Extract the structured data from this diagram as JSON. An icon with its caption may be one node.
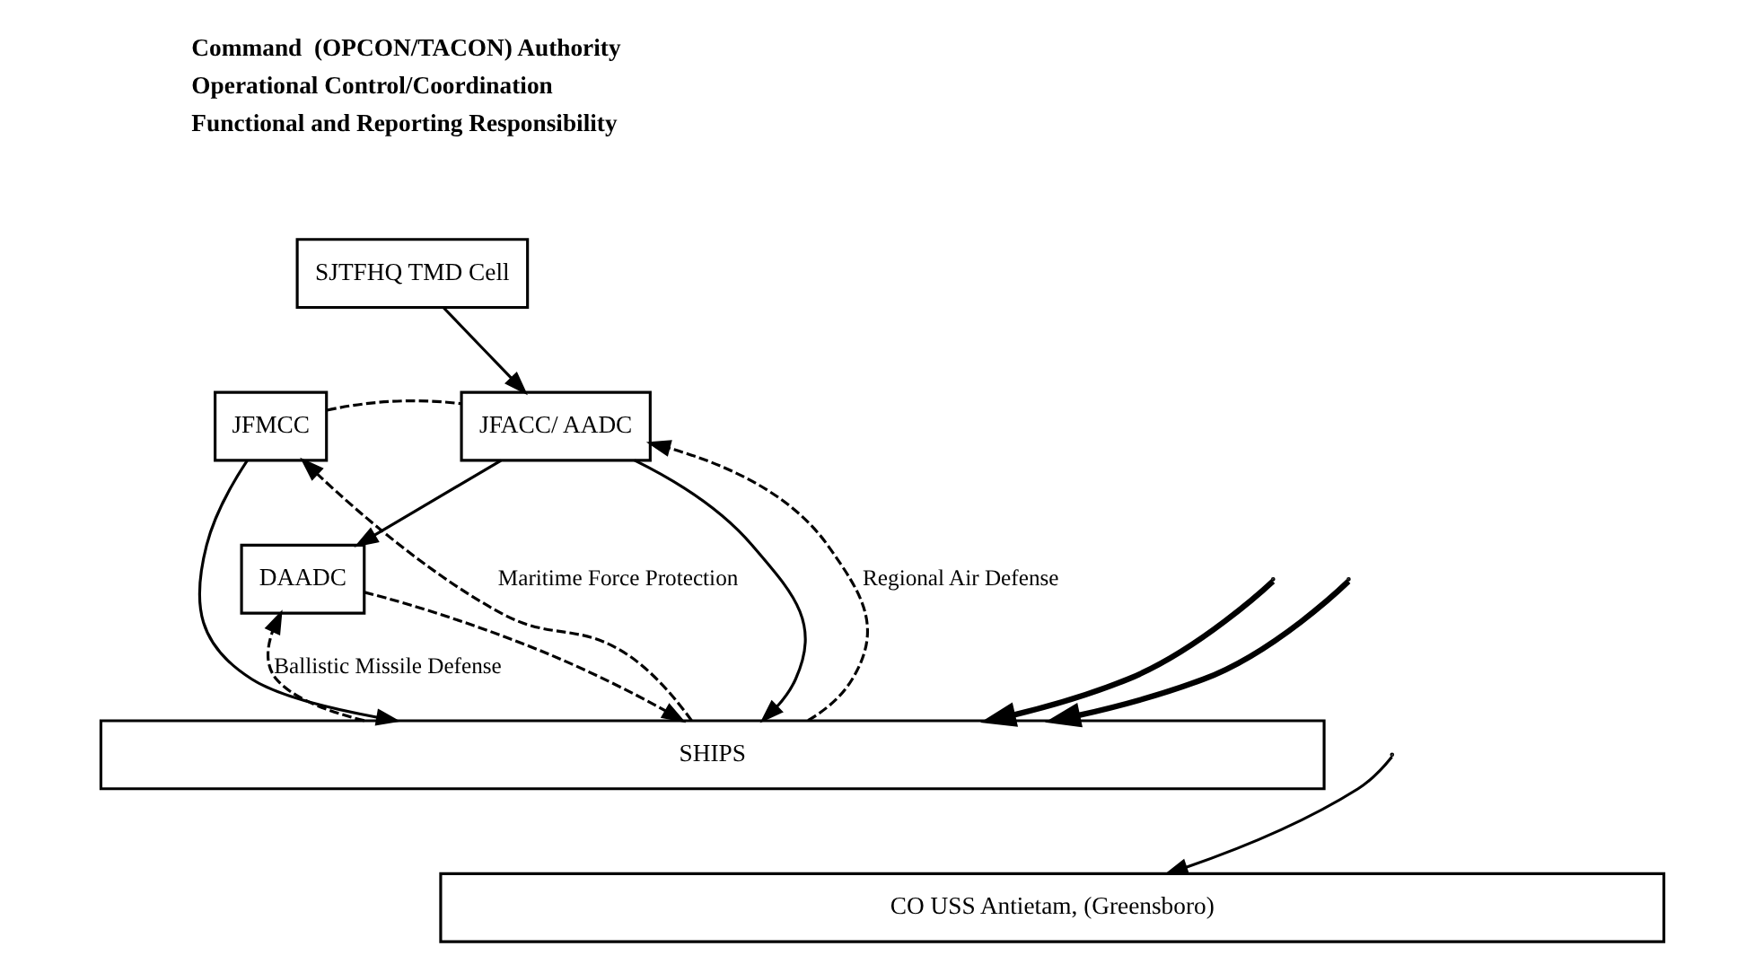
{
  "diagram": {
    "nodes": [
      {
        "text": [
          "SJTFHQ TMD Cell"
        ]
      },
      {
        "text": [
          "JFMCC"
        ]
      },
      {
        "text": [
          "DAADC"
        ]
      },
      {
        "text": [
          "JFACC/ AADC"
        ]
      },
      {
        "text": [
          "SHIPS"
        ]
      },
      {
        "text": [
          "CO USS Antietam, (Greensboro)"
        ]
      }
    ],
    "edges": [
      {
        "from": 0,
        "to": 3,
        "arrow": "to"
      },
      {
        "from": 1,
        "to": 3,
        "arrow": "none",
        "style": "dashed"
      },
      {
        "from": 3,
        "to": 2,
        "arrow": "to"
      },
      {
        "from": 1,
        "to": 4,
        "arrow": "to"
      },
      {
        "from": 4,
        "to": 1,
        "arrow": "to",
        "style": "dashed",
        "label": "Maritime Force Protection"
      },
      {
        "from": null,
        "to": 4,
        "arrow": "to",
        "style": "thick"
      },
      {
        "from": 2,
        "to": 4,
        "arrow": "to",
        "style": "dashed"
      },
      {
        "from": 4,
        "to": 2,
        "arrow": "to",
        "style": "dashed",
        "label": "Ballistic Missile Defense"
      },
      {
        "from": 3,
        "to": 4,
        "arrow": "to"
      },
      {
        "from": null,
        "to": 4,
        "arrow": "to",
        "style": "thick"
      },
      {
        "from": 4,
        "to": 3,
        "arrow": "to",
        "style": "dashed",
        "label": "Regional Air Defense"
      },
      {
        "from": null,
        "to": 5,
        "arrow": "to"
      }
    ],
    "legend": [
      {
        "text": "Command  (OPCON/TACON) Authority"
      },
      {
        "text": "Operational Control/Coordination"
      },
      {
        "text": "Functional and Reporting Responsibility"
      }
    ]
  }
}
